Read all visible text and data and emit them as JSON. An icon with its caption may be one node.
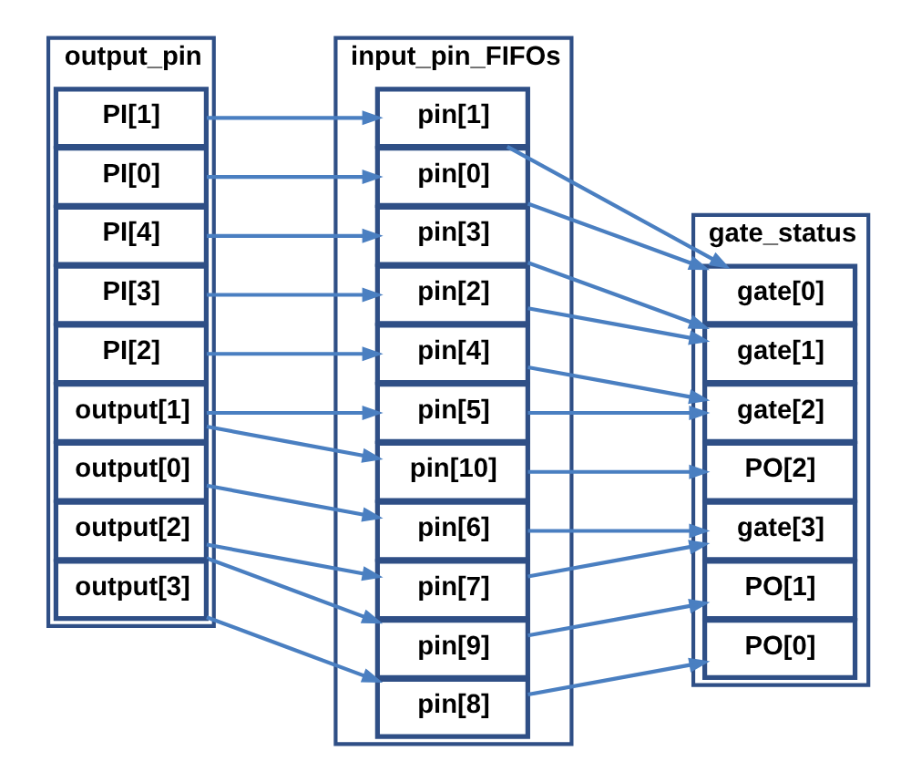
{
  "diagram": {
    "nodes": [
      {
        "text": [
          "output_pin"
        ]
      },
      {
        "text": [
          "PI[0]"
        ],
        "in": 0
      },
      {
        "text": [
          "PI[1]"
        ],
        "in": 0
      },
      {
        "text": [
          "PI[2]"
        ],
        "in": 0
      },
      {
        "text": [
          "PI[3]"
        ],
        "in": 0
      },
      {
        "text": [
          "PI[4]"
        ],
        "in": 0
      },
      {
        "text": [
          "output[0]"
        ],
        "in": 0
      },
      {
        "text": [
          "output[1]"
        ],
        "in": 0
      },
      {
        "text": [
          "output[2]"
        ],
        "in": 0
      },
      {
        "text": [
          "output[3]"
        ],
        "in": 0
      },
      {
        "text": [
          "input_pin_FIFOs"
        ]
      },
      {
        "text": [
          "pin[0]"
        ],
        "in": 10
      },
      {
        "text": [
          "pin[1]"
        ],
        "in": 10
      },
      {
        "text": [
          "pin[2]"
        ],
        "in": 10
      },
      {
        "text": [
          "pin[3]"
        ],
        "in": 10
      },
      {
        "text": [
          "pin[4]"
        ],
        "in": 10
      },
      {
        "text": [
          "pin[5]"
        ],
        "in": 10
      },
      {
        "text": [
          "pin[6]"
        ],
        "in": 10
      },
      {
        "text": [
          "pin[7]"
        ],
        "in": 10
      },
      {
        "text": [
          "pin[8]"
        ],
        "in": 10
      },
      {
        "text": [
          "pin[9]"
        ],
        "in": 10
      },
      {
        "text": [
          "pin[10]"
        ],
        "in": 10
      },
      {
        "text": [
          "gate_status"
        ]
      },
      {
        "text": [
          "gate[0]"
        ],
        "in": 22
      },
      {
        "text": [
          "gate[1]"
        ],
        "in": 22
      },
      {
        "text": [
          "gate[2]"
        ],
        "in": 22
      },
      {
        "text": [
          "gate[3]"
        ],
        "in": 22
      },
      {
        "text": [
          "PO[0]"
        ],
        "in": 22
      },
      {
        "text": [
          "PO[1]"
        ],
        "in": 22
      },
      {
        "text": [
          "PO[2]"
        ],
        "in": 22
      }
    ],
    "edges": [
      {
        "from": 1,
        "to": 11,
        "arrow": "to"
      },
      {
        "from": 2,
        "to": 12,
        "arrow": "to"
      },
      {
        "from": 3,
        "to": 15,
        "arrow": "to"
      },
      {
        "from": 4,
        "to": 13,
        "arrow": "to"
      },
      {
        "from": 5,
        "to": 14,
        "arrow": "to"
      },
      {
        "from": 6,
        "to": 17,
        "arrow": "to"
      },
      {
        "from": 7,
        "to": 16,
        "arrow": "to"
      },
      {
        "from": 7,
        "to": 21,
        "arrow": "to"
      },
      {
        "from": 8,
        "to": 18,
        "arrow": "to"
      },
      {
        "from": 8,
        "to": 20,
        "arrow": "to"
      },
      {
        "from": 9,
        "to": 19,
        "arrow": "to"
      },
      {
        "from": 11,
        "to": 23,
        "arrow": "to"
      },
      {
        "from": 12,
        "to": 23,
        "arrow": "to"
      },
      {
        "from": 13,
        "to": 24,
        "arrow": "to"
      },
      {
        "from": 14,
        "to": 24,
        "arrow": "to"
      },
      {
        "from": 15,
        "to": 25,
        "arrow": "to"
      },
      {
        "from": 16,
        "to": 25,
        "arrow": "to"
      },
      {
        "from": 17,
        "to": 26,
        "arrow": "to"
      },
      {
        "from": 18,
        "to": 26,
        "arrow": "to"
      },
      {
        "from": 19,
        "to": 27,
        "arrow": "to"
      },
      {
        "from": 20,
        "to": 28,
        "arrow": "to"
      },
      {
        "from": 21,
        "to": 29,
        "arrow": "to"
      }
    ]
  }
}
